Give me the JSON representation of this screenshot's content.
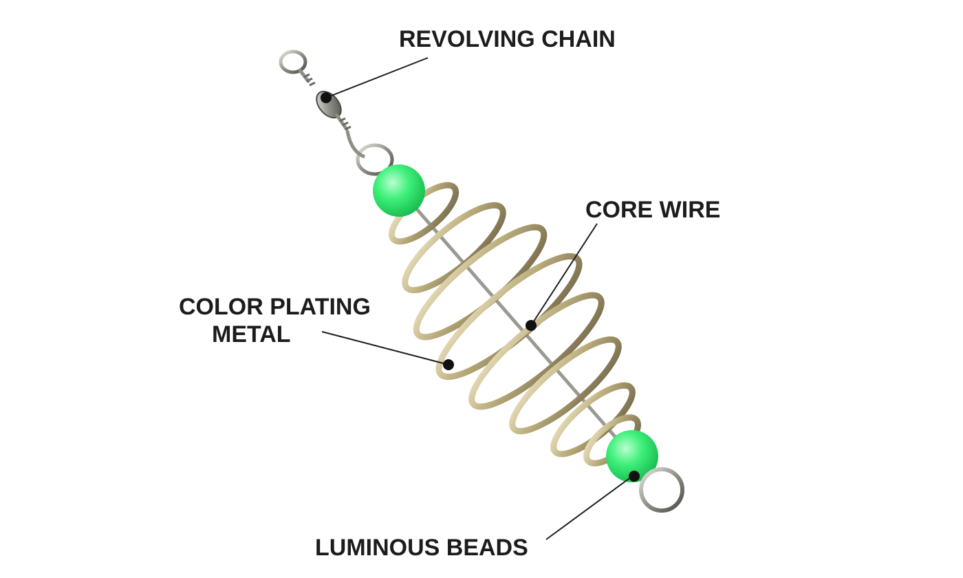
{
  "diagram": {
    "labels": {
      "revolving_chain": "REVOLVING CHAIN",
      "core_wire": "CORE WIRE",
      "color_plating_line1": "COLOR PLATING",
      "color_plating_line2": "METAL",
      "luminous_beads": "LUMINOUS BEADS"
    },
    "colors": {
      "background": "#ffffff",
      "bead": "#3ef07a",
      "spring_metal": "#b8ad84",
      "swivel_metal": "#8a8a80",
      "leader_line": "#1c1c1c",
      "text": "#1c1c1c"
    },
    "icons": {
      "product": "fishing-feeder-spring-icon"
    }
  }
}
